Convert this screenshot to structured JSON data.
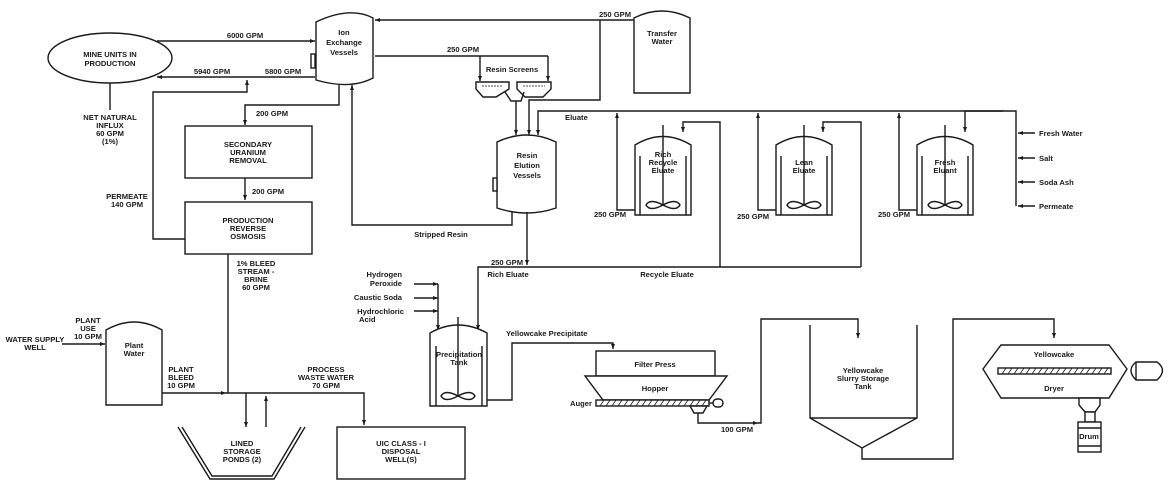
{
  "diagram": {
    "title": "",
    "units": {
      "mine_units": {
        "label_1": "MINE UNITS IN",
        "label_2": "PRODUCTION"
      },
      "net_influx": {
        "l1": "NET NATURAL",
        "l2": "INFLUX",
        "l3": "60 GPM",
        "l4": "(1%)"
      },
      "ion_exchange": {
        "l1": "Ion",
        "l2": "Exchange",
        "l3": "Vessels"
      },
      "transfer_water": {
        "l1": "Transfer",
        "l2": "Water"
      },
      "resin_screens": {
        "label": "Resin  Screens"
      },
      "resin_elution": {
        "l1": "Resin",
        "l2": "Elution",
        "l3": "Vessels"
      },
      "rich_recycle": {
        "l1": "Rich",
        "l2": "Recycle",
        "l3": "Eluate"
      },
      "lean_eluate": {
        "l1": "Lean",
        "l2": "Eluate"
      },
      "fresh_eluant": {
        "l1": "Fresh",
        "l2": "Eluant"
      },
      "secondary_uranium": {
        "l1": "SECONDARY",
        "l2": "URANIUM",
        "l3": "REMOVAL"
      },
      "production_ro": {
        "l1": "PRODUCTION",
        "l2": "REVERSE",
        "l3": "OSMOSIS"
      },
      "plant_water": {
        "l1": "Plant",
        "l2": "Water"
      },
      "lined_ponds": {
        "l1": "LINED",
        "l2": "STORAGE",
        "l3": "PONDS (2)"
      },
      "uic_well": {
        "l1": "UIC CLASS - I",
        "l2": "DISPOSAL",
        "l3": "WELL(S)"
      },
      "precipitation_tank": {
        "l1": "Precipitation",
        "l2": "Tank"
      },
      "filter_press": {
        "label": "Filter  Press"
      },
      "hopper": {
        "label": "Hopper"
      },
      "auger": {
        "label": "Auger"
      },
      "slurry_tank": {
        "l1": "Yellowcake",
        "l2": "Slurry  Storage",
        "l3": "Tank"
      },
      "dryer": {
        "l1": "Yellowcake",
        "l2": "Dryer"
      },
      "drum": {
        "label": "Drum"
      }
    },
    "flows": {
      "to_ix": "6000 GPM",
      "return_mine": "5940 GPM",
      "from_ix": "5800 GPM",
      "to_secondary": "200 GPM",
      "to_ro": "200 GPM",
      "permeate_l1": "PERMEATE",
      "permeate_l2": "140 GPM",
      "bleed_l1": "1% BLEED",
      "bleed_l2": "STREAM -",
      "bleed_l3": "BRINE",
      "bleed_l4": "60 GPM",
      "transfer_water": "250 GPM",
      "resin_screens": "250 GPM",
      "eluate": "Eluate",
      "stripped_resin": "Stripped  Resin",
      "rich_recycle_out": "250 GPM",
      "lean_out": "250 GPM",
      "fresh_out": "250 GPM",
      "rich_eluate_flow": "250 GPM",
      "rich_eluate": "Rich  Eluate",
      "recycle_eluate": "Recycle  Eluate",
      "yellowcake_precipitate": "Yellowcake  Precipitate",
      "hopper_out": "100 GPM",
      "plant_use_l1": "PLANT",
      "plant_use_l2": "USE",
      "plant_use_l3": "10 GPM",
      "water_supply_l1": "WATER SUPPLY",
      "water_supply_l2": "WELL",
      "plant_bleed_l1": "PLANT",
      "plant_bleed_l2": "BLEED",
      "plant_bleed_l3": "10 GPM",
      "waste_l1": "PROCESS",
      "waste_l2": "WASTE WATER",
      "waste_l3": "70 GPM"
    },
    "reagents_eluant": [
      "Fresh  Water",
      "Salt",
      "Soda  Ash",
      "Permeate"
    ],
    "reagents_precip": {
      "h2o2_l1": "Hydrogen",
      "h2o2_l2": "Peroxide",
      "caustic": "Caustic  Soda",
      "hcl_l1": "Hydrochloric",
      "hcl_l2": "Acid"
    }
  }
}
